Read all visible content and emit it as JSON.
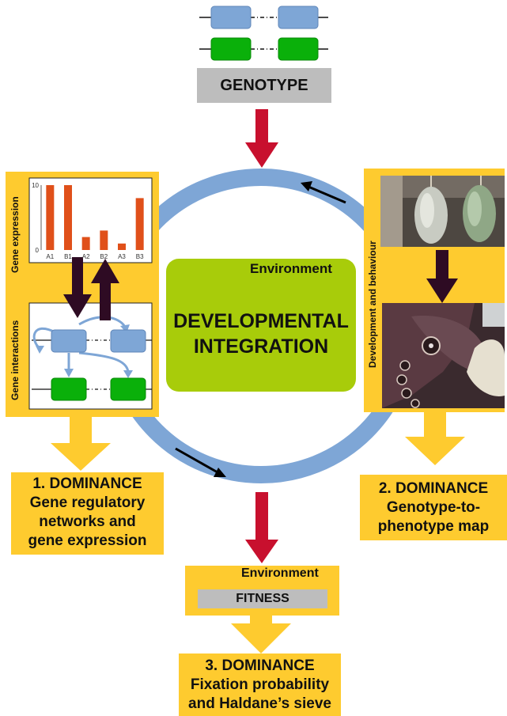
{
  "genotype": {
    "label": "GENOTYPE"
  },
  "center": {
    "env_label": "Environment",
    "title_line1": "DEVELOPMENTAL",
    "title_line2": "INTEGRATION"
  },
  "left_panel": {
    "expression_label": "Gene expression",
    "interactions_label": "Gene interactions",
    "chart_data": {
      "type": "bar",
      "categories": [
        "A1",
        "B1",
        "A2",
        "B2",
        "A3",
        "B3"
      ],
      "values": [
        10,
        10,
        2,
        3,
        1,
        8
      ],
      "ylim": [
        0,
        10
      ],
      "yticks": [
        "0",
        "10"
      ],
      "color": "#e0501a"
    }
  },
  "right_panel": {
    "label": "Development and behaviour"
  },
  "dominance1": {
    "line1": "1. DOMINANCE",
    "line2": "Gene regulatory",
    "line3": "networks and",
    "line4": "gene expression"
  },
  "dominance2": {
    "line1": "2. DOMINANCE",
    "line2": "Genotype-to-",
    "line3": "phenotype map"
  },
  "fitness": {
    "env_label": "Environment",
    "label": "FITNESS"
  },
  "dominance3": {
    "line1": "3. DOMINANCE",
    "line2": "Fixation probability",
    "line3": "and Haldane’s sieve"
  },
  "colors": {
    "gene_blue": "#7ea6d6",
    "gene_green": "#0ab00a",
    "yellow": "#fecb2f",
    "crimson": "#c8102e",
    "dark_arrow": "#2e0b23",
    "env_green": "#a8cc0a",
    "ring_blue": "#7ea6d6"
  }
}
